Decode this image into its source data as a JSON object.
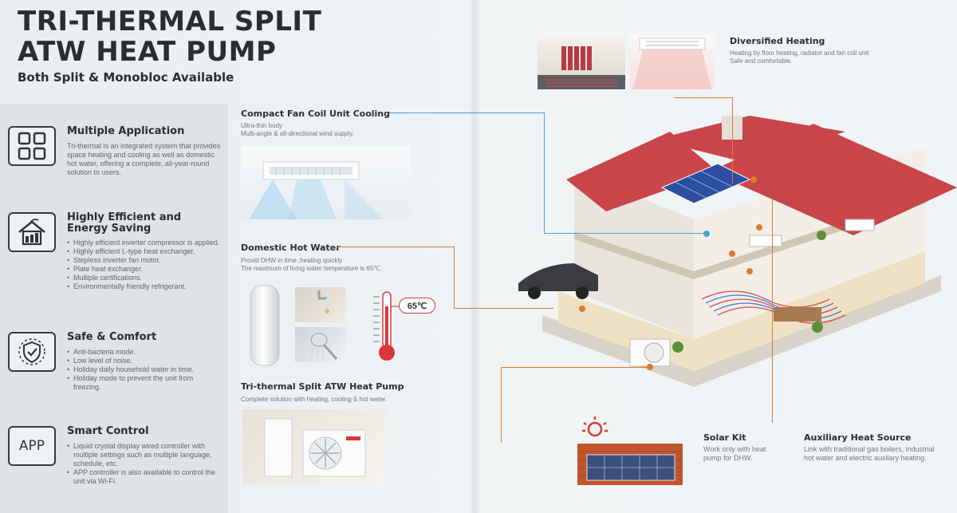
{
  "header": {
    "title_line1": "TRI-THERMAL SPLIT",
    "title_line2": "ATW HEAT PUMP",
    "subtitle": "Both Split & Monobloc Available"
  },
  "features": [
    {
      "title": "Multiple Application",
      "icon": "grid-icon",
      "desc": "Tri-thermal is an integrated system that provides space heating and cooling as well as domestic hot water, offering a complete, all-year-round solution to users."
    },
    {
      "title_line1": "Highly Efficient and",
      "title_line2": "Energy Saving",
      "icon": "house-efficiency-icon",
      "bullets": [
        "Highly efficient inverter compressor is applied.",
        "Highly efficient L-type heat exchanger.",
        "Stepless inverter fan motor.",
        "Plate heat exchanger.",
        "Multiple certifications.",
        "Environmentally friendly refrigerant."
      ]
    },
    {
      "title": "Safe & Comfort",
      "icon": "shield-check-icon",
      "bullets": [
        "Anti-bacteria mode.",
        "Low level of noise.",
        "Holiday daily household water in time.",
        "Holiday mode to prevent the unit from freezing."
      ]
    },
    {
      "title": "Smart Control",
      "icon_text": "APP",
      "bullets": [
        "Liquid crystal display wired controller with multiple settings such as multiple language, schedule, etc.",
        "APP controller is also available to control the unit via Wi-Fi."
      ]
    }
  ],
  "sections": {
    "fan_coil": {
      "title": "Compact Fan Coil Unit Cooling",
      "desc_line1": "Ultra-thin body",
      "desc_line2": "Multi-angle & all-directional wind supply."
    },
    "hot_water": {
      "title": "Domestic Hot Water",
      "desc_line1": "Provid DHW in time ,heating quickly",
      "desc_line2": "The maximum of living water temperature is 65℃.",
      "temperature": "65℃"
    },
    "heat_pump": {
      "title": "Tri-thermal Split ATW Heat Pump",
      "desc": "Complete solution with heating, cooling & hot water."
    },
    "diversified": {
      "title": "Diversified Heating",
      "desc_line1": "Heating by floor heating, radiator and fan coil unit",
      "desc_line2": "Safe and comfortable."
    },
    "solar": {
      "title": "Solar Kit",
      "desc": "Work only with heat pump for DHW."
    },
    "auxiliary": {
      "title": "Auxiliary Heat Source",
      "desc": "Link with traditional gas boilers, industrial hot water and electric auxilary heating."
    }
  },
  "colors": {
    "accent_orange": "#e07a2a",
    "line_blue": "#4aa3d8",
    "roof_red": "#c8454a",
    "thermo_red": "#d9383a"
  }
}
